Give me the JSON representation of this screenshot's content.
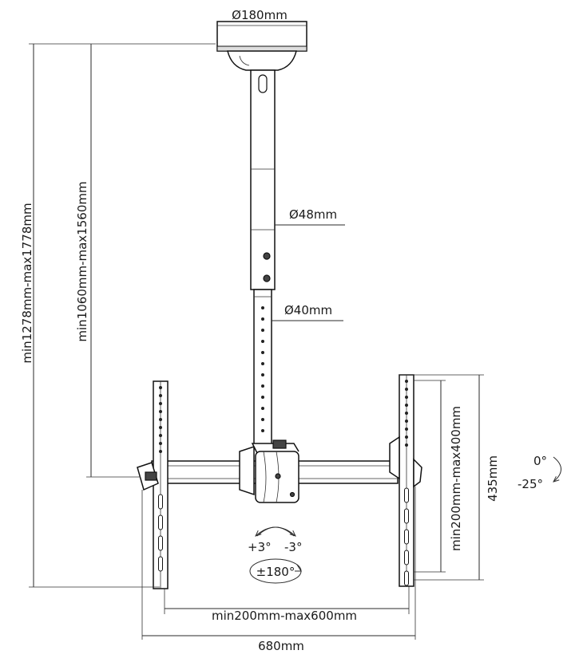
{
  "labels": {
    "plate_diameter": "Ø180mm",
    "upper_tube_diameter": "Ø48mm",
    "lower_tube_diameter": "Ø40mm",
    "total_height_range": "min1278mm-max1778mm",
    "pole_height_range": "min1060mm-max1560mm",
    "vesa_vertical_range": "min200mm-max400mm",
    "bracket_height": "435mm",
    "vesa_horizontal_range": "min200mm-max600mm",
    "overall_width": "680mm",
    "tilt_up": "0°",
    "tilt_down": "-25°",
    "side_tilt_plus": "+3°",
    "side_tilt_minus": "-3°",
    "swivel": "±180°"
  }
}
